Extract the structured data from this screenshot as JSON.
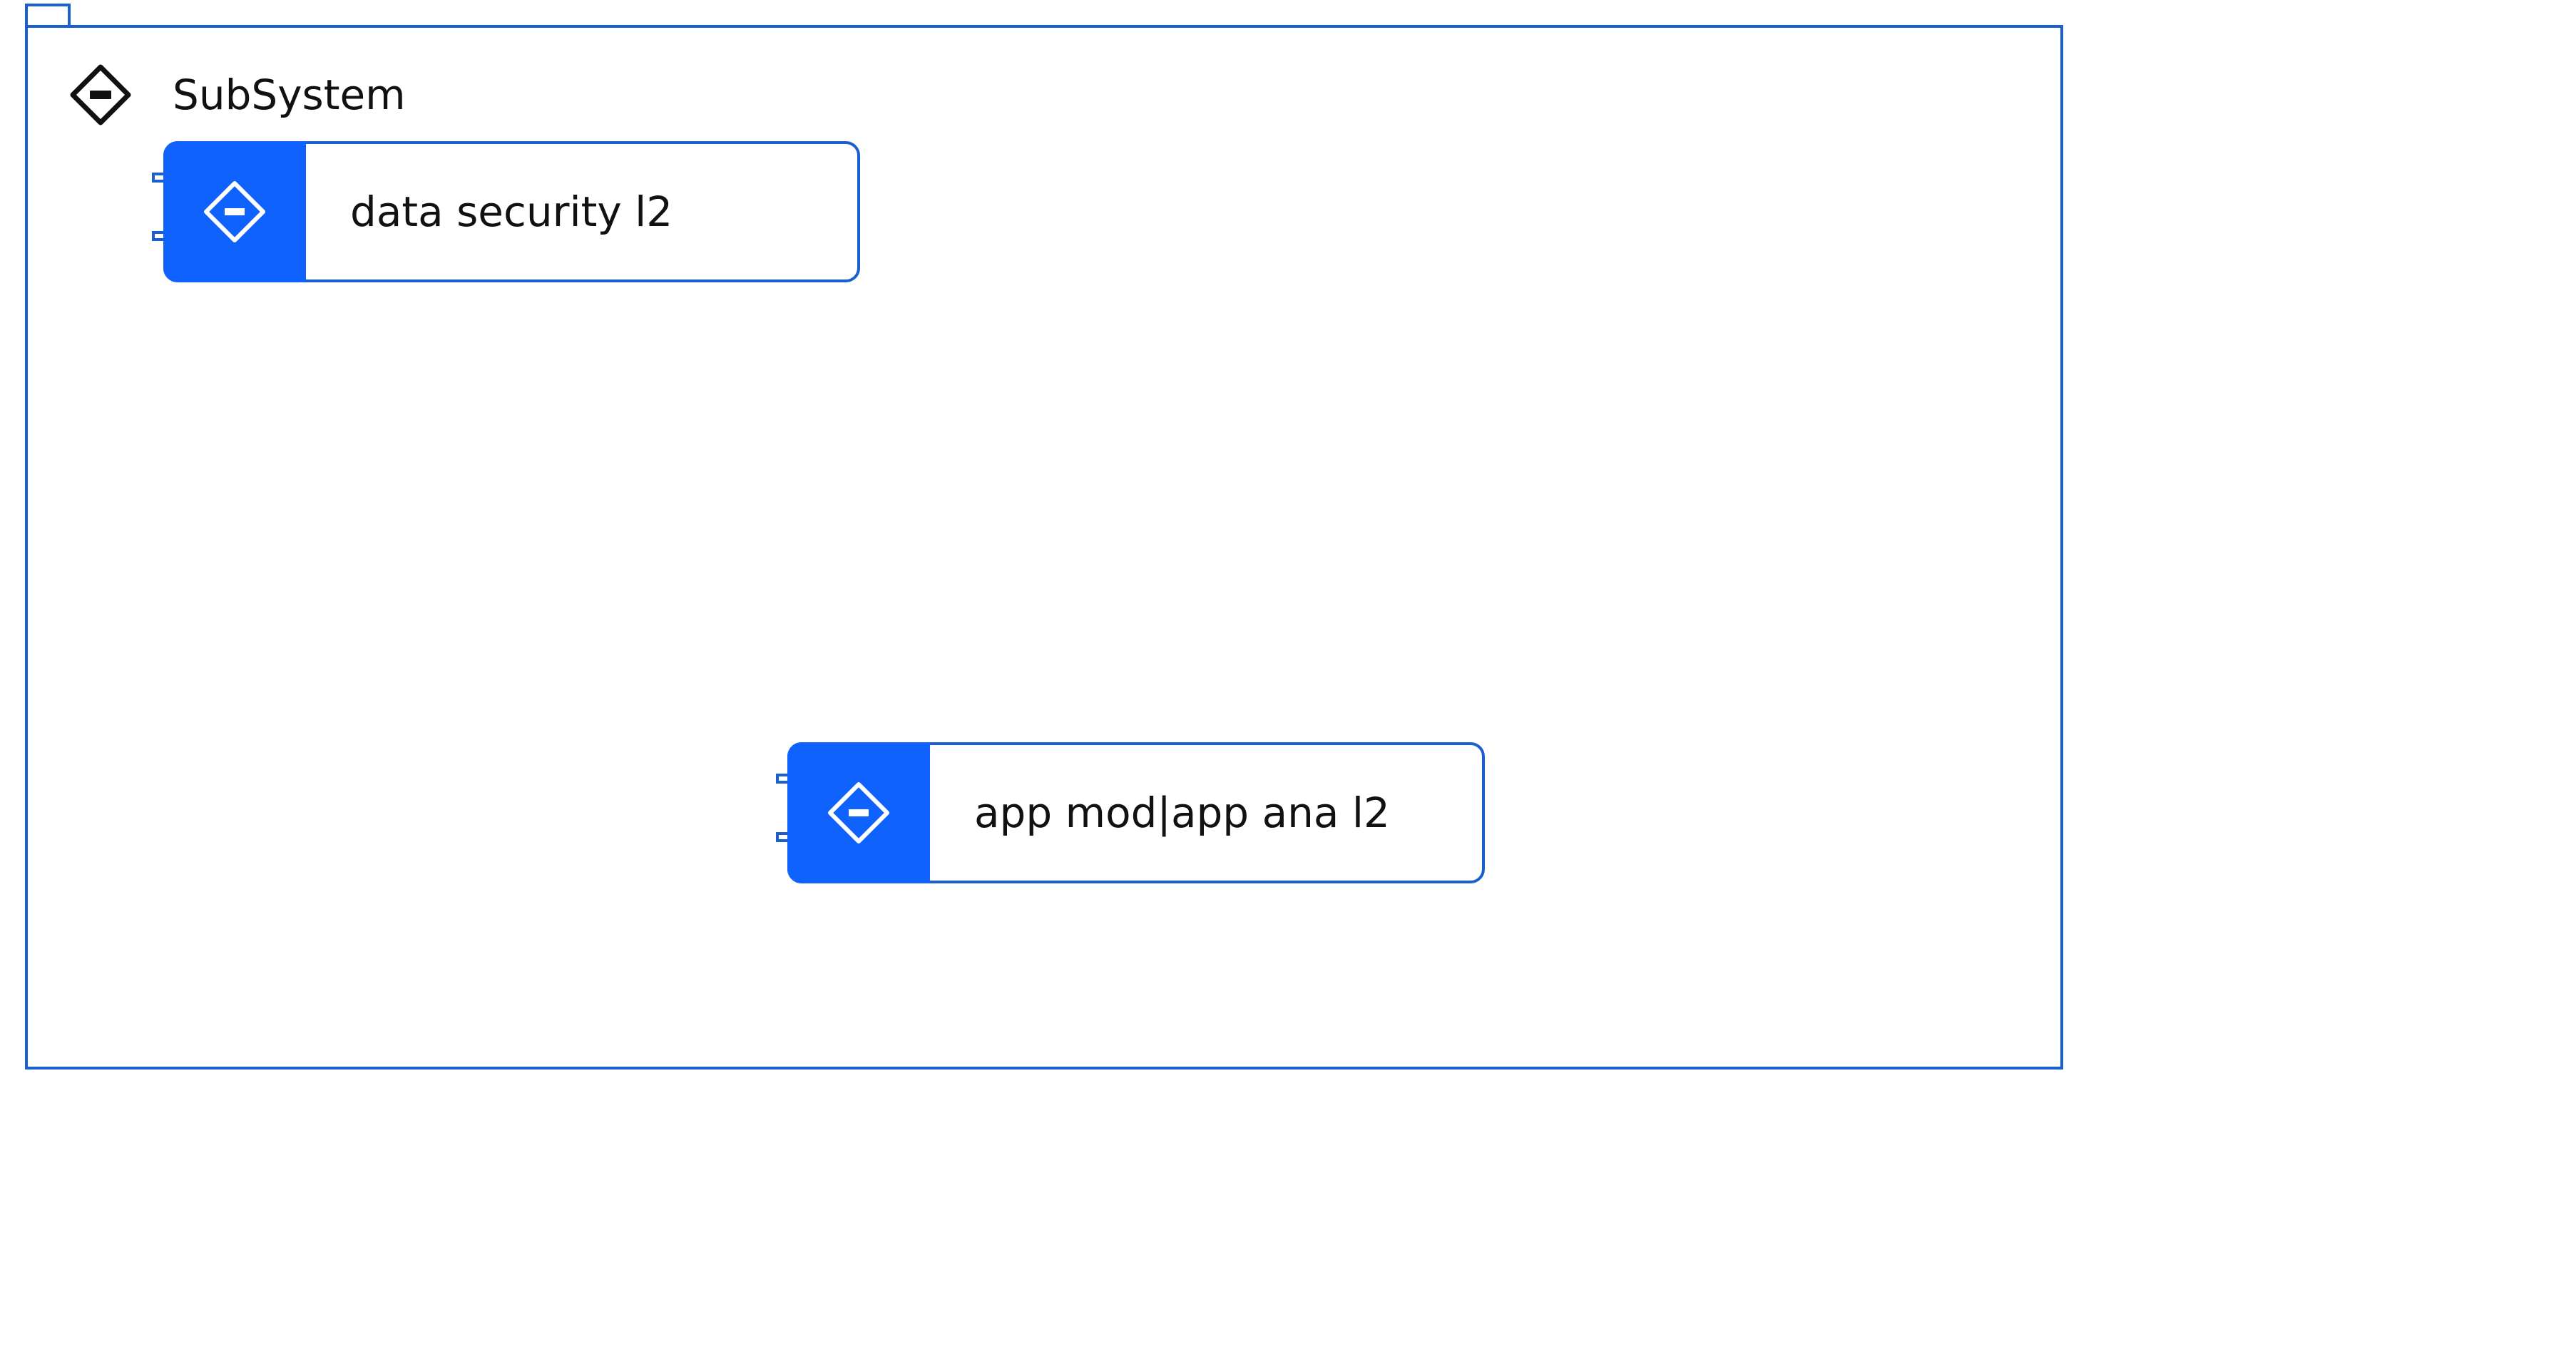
{
  "diagram": {
    "package": {
      "title": "SubSystem",
      "icon": "diamond-minus-icon",
      "border_color": "#1a5fd0"
    },
    "components": [
      {
        "label": "data security l2",
        "icon": "diamond-minus-icon",
        "accent": "#0f62fe"
      },
      {
        "label": "app mod|app ana l2",
        "icon": "diamond-minus-icon",
        "accent": "#0f62fe"
      }
    ]
  }
}
